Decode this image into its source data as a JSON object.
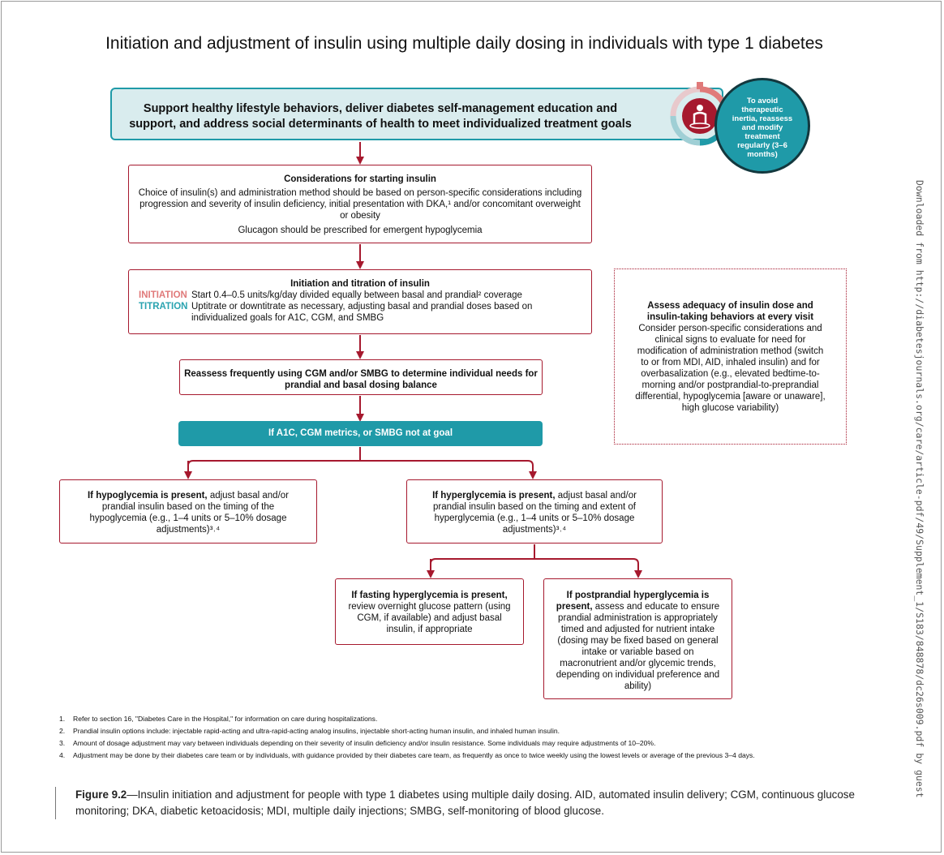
{
  "title": "Initiation and adjustment of insulin using multiple daily dosing in individuals with type 1 diabetes",
  "side_text": "Downloaded from http://diabetesjournals.org/care/article-pdf/49/Supplement_1/S183/848878/dc26s009.pdf by guest",
  "lifestyle": "Support healthy lifestyle behaviors, deliver diabetes self-management education and support, and address social determinants of health to meet individualized treatment goals",
  "cycle_circle": "To avoid therapeutic inertia, reassess and modify treatment regularly (3–6 months)",
  "start": {
    "heading": "Considerations for starting insulin",
    "body": "Choice of insulin(s) and administration method should be based on person-specific considerations including progression and severity of insulin deficiency, initial presentation with DKA,¹ and/or concomitant overweight or obesity",
    "glucagon": "Glucagon should be prescribed for emergent hypoglycemia"
  },
  "init": {
    "heading": "Initiation and titration of insulin",
    "initiation_kw": "INITIATION",
    "initiation_text": "Start 0.4–0.5 units/kg/day divided equally between basal and prandial² coverage",
    "titration_kw": "TITRATION",
    "titration_text": "Uptitrate or downtitrate as necessary, adjusting basal and prandial doses based on individualized goals for A1C, CGM, and SMBG"
  },
  "reassess": "Reassess frequently using CGM and/or SMBG to determine individual needs for prandial and basal dosing balance",
  "goal": "If A1C, CGM metrics, or SMBG not at goal",
  "hypo": {
    "lead": "If hypoglycemia is present,",
    "body": " adjust basal and/or prandial insulin based on the timing of the hypoglycemia (e.g., 1–4 units or 5–10% dosage adjustments)³˒⁴"
  },
  "hyper": {
    "lead": "If hyperglycemia is present,",
    "body": " adjust basal and/or prandial insulin based on the timing and extent of hyperglycemia (e.g., 1–4 units or 5–10% dosage adjustments)³˒⁴"
  },
  "fasting": {
    "lead": "If fasting hyperglycemia is present,",
    "body": " review overnight glucose pattern (using CGM, if available) and adjust basal insulin, if appropriate"
  },
  "postp": {
    "lead": "If postprandial hyperglycemia is present,",
    "body": " assess and educate to ensure prandial administration is appropriately timed and adjusted for nutrient intake (dosing may be fixed based on general intake or variable based on macronutrient and/or glycemic trends, depending on individual preference and ability)"
  },
  "assess": {
    "heading": "Assess adequacy of insulin dose and insulin-taking behaviors at every visit",
    "body": "Consider person-specific considerations and clinical signs to evaluate for need for modification of administration method (switch to or from MDI, AID, inhaled insulin) and for overbasalization (e.g., elevated bedtime-to-morning and/or postprandial-to-preprandial differential, hypoglycemia [aware or unaware], high glucose variability)"
  },
  "notes": [
    {
      "num": "1.",
      "text": "Refer to section 16, \"Diabetes Care in the Hospital,\" for information on care during hospitalizations."
    },
    {
      "num": "2.",
      "text": "Prandial insulin options include: injectable rapid-acting and ultra-rapid-acting analog insulins, injectable short-acting human insulin, and inhaled human insulin."
    },
    {
      "num": "3.",
      "text": "Amount of dosage adjustment may vary between individuals depending on their severity of insulin deficiency and/or insulin resistance. Some individuals may require adjustments of 10–20%."
    },
    {
      "num": "4.",
      "text": "Adjustment may be done by their diabetes care team or by individuals, with guidance provided by their diabetes care team, as frequently as once to twice weekly using the lowest levels or average of the previous 3–4 days."
    }
  ],
  "caption": {
    "label": "Figure 9.2",
    "text": "—Insulin initiation and adjustment for people with type 1 diabetes using multiple daily dosing. AID, automated insulin delivery; CGM, continuous glucose monitoring; DKA, diabetic ketoacidosis; MDI, multiple daily injections; SMBG, self-monitoring of blood glucose."
  },
  "colors": {
    "red": "#a6192e",
    "teal": "#1f9aa8",
    "light_teal": "#d9ecee",
    "salmon": "#e07a7a"
  }
}
